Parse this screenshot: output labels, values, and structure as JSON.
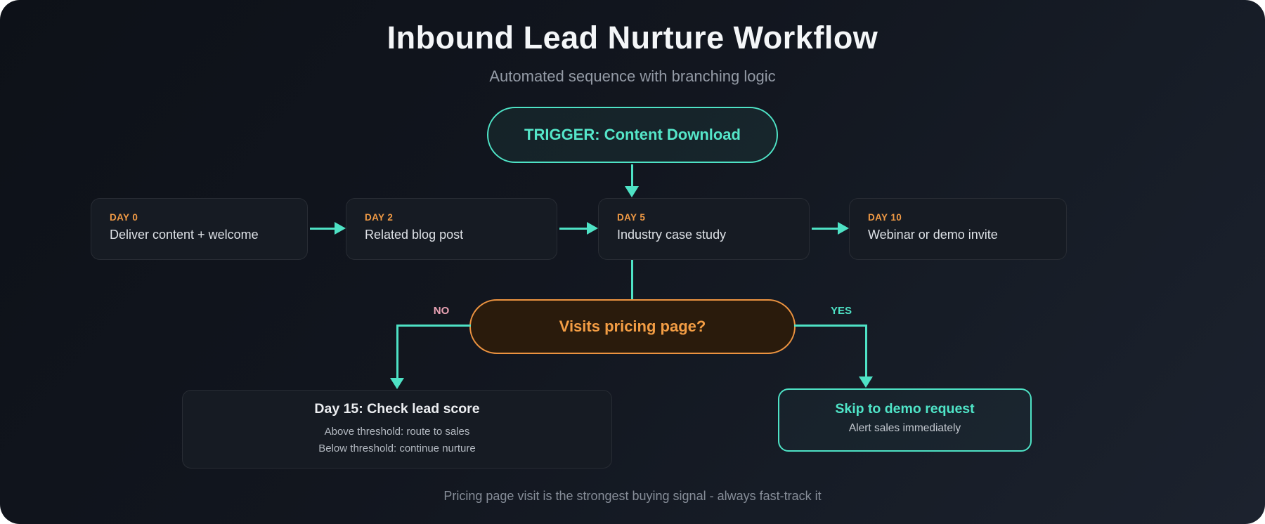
{
  "header": {
    "title": "Inbound Lead Nurture Workflow",
    "subtitle": "Automated sequence with branching logic"
  },
  "trigger": {
    "label": "TRIGGER: Content Download"
  },
  "sequence": [
    {
      "day": "DAY 0",
      "text": "Deliver content + welcome"
    },
    {
      "day": "DAY 2",
      "text": "Related blog post"
    },
    {
      "day": "DAY 5",
      "text": "Industry case study"
    },
    {
      "day": "DAY 10",
      "text": "Webinar or demo invite"
    }
  ],
  "decision": {
    "question": "Visits pricing page?",
    "no_label": "NO",
    "yes_label": "YES"
  },
  "no_branch": {
    "title": "Day 15: Check lead score",
    "lines": [
      "Above threshold: route to sales",
      "Below threshold: continue nurture"
    ]
  },
  "yes_branch": {
    "title": "Skip to demo request",
    "subtitle": "Alert sales immediately"
  },
  "footer": {
    "note": "Pricing page visit is the strongest buying signal - always fast-track it"
  },
  "colors": {
    "background_start": "#0d1118",
    "background_end": "#1c222e",
    "accent_teal": "#4ee2c5",
    "accent_orange": "#f09a45",
    "decision_border": "#ec9340",
    "decision_fill": "#2a1b0c",
    "no_label_pink": "#eaa3b4",
    "box_fill": "#161b23",
    "title_white": "#f4f6f8",
    "muted_gray": "#949ba6"
  }
}
